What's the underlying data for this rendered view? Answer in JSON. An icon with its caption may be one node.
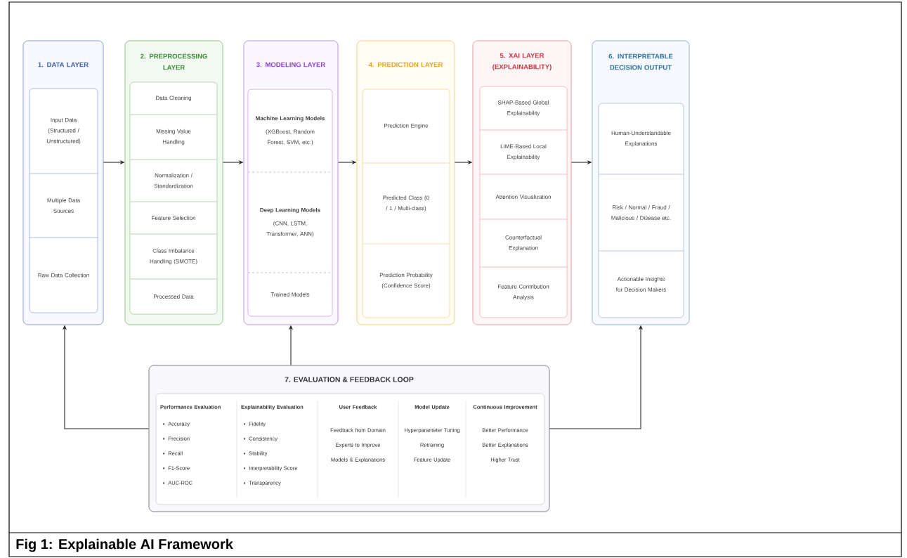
{
  "diagram": {
    "caption": "Fig 1: Explainable AI Framework",
    "nodes": [
      {
        "text": [
          "1. DATA LAYER"
        ]
      },
      {
        "text": [
          "Input Data (Structured / Unstructured)"
        ],
        "in": 0
      },
      {
        "text": [
          "Multiple Data Sources"
        ],
        "in": 0
      },
      {
        "text": [
          "Raw Data Collection"
        ],
        "in": 0
      },
      {
        "text": [
          "2. PREPROCESSING LAYER"
        ]
      },
      {
        "text": [
          "Data Cleaning"
        ],
        "in": 4
      },
      {
        "text": [
          "Missing Value Handling"
        ],
        "in": 4
      },
      {
        "text": [
          "Normalization / Standardization"
        ],
        "in": 4
      },
      {
        "text": [
          "Feature Selection"
        ],
        "in": 4
      },
      {
        "text": [
          "Class Imbalance Handling (SMOTE)"
        ],
        "in": 4
      },
      {
        "text": [
          "Processed Data"
        ],
        "in": 4
      },
      {
        "text": [
          "3. MODELING LAYER"
        ]
      },
      {
        "text": [
          "Machine Learning Models",
          "(XGBoost, Random Forest, SVM, etc.)"
        ],
        "in": 11
      },
      {
        "text": [
          "Deep Learning Models",
          "(CNN, LSTM, Transformer, ANN)"
        ],
        "in": 11
      },
      {
        "text": [
          "Trained Models"
        ],
        "in": 11
      },
      {
        "text": [
          "4. PREDICTION LAYER"
        ]
      },
      {
        "text": [
          "Prediction Engine"
        ],
        "in": 15
      },
      {
        "text": [
          "Predicted Class (0 / 1 / Multi-class)"
        ],
        "in": 15
      },
      {
        "text": [
          "Prediction Probability (Confidence Score)"
        ],
        "in": 15
      },
      {
        "text": [
          "5. XAI LAYER (EXPLAINABILITY)"
        ]
      },
      {
        "text": [
          "SHAP-Based Global Explainability"
        ],
        "in": 19
      },
      {
        "text": [
          "LIME-Based Local Explainability"
        ],
        "in": 19
      },
      {
        "text": [
          "Attention Visualization"
        ],
        "in": 19
      },
      {
        "text": [
          "Counterfactual Explanation"
        ],
        "in": 19
      },
      {
        "text": [
          "Feature Contribution Analysis"
        ],
        "in": 19
      },
      {
        "text": [
          "6. INTERPRETABLE DECISION OUTPUT"
        ]
      },
      {
        "text": [
          "Human-Understandable Explanations"
        ],
        "in": 25
      },
      {
        "text": [
          "Risk / Normal / Fraud / Malicious / Disease etc."
        ],
        "in": 25
      },
      {
        "text": [
          "Actionable Insights for Decision Makers"
        ],
        "in": 25
      },
      {
        "text": [
          "7. EVALUATION & FEEDBACK LOOP"
        ]
      },
      {
        "text": [
          "Performance Evaluation",
          "Accuracy",
          "Precision",
          "Recall",
          "F1-Score",
          "AUC-ROC"
        ],
        "in": 29
      },
      {
        "text": [
          "Explainability Evaluation",
          "Fidelity",
          "Consistency",
          "Stability",
          "Interpretability Score",
          "Transparency"
        ],
        "in": 29
      },
      {
        "text": [
          "User Feedback",
          "Feedback from Domain Experts to Improve Models & Explanations"
        ],
        "in": 29
      },
      {
        "text": [
          "Model Update",
          "Hyperparameter Tuning",
          "Retraining",
          "Feature Update"
        ],
        "in": 29
      },
      {
        "text": [
          "Continuous Improvement",
          "Better Performance",
          "Better Explanations",
          "Higher Trust"
        ],
        "in": 29
      }
    ],
    "edges": [
      {
        "from": 0,
        "to": 4,
        "arrow": "to"
      },
      {
        "from": 4,
        "to": 11,
        "arrow": "to"
      },
      {
        "from": 11,
        "to": 15,
        "arrow": "to"
      },
      {
        "from": 15,
        "to": 19,
        "arrow": "to"
      },
      {
        "from": 19,
        "to": 25,
        "arrow": "to"
      },
      {
        "from": 29,
        "to": 0,
        "arrow": "to"
      },
      {
        "from": 29,
        "to": 11,
        "arrow": "to"
      },
      {
        "from": 29,
        "to": 25,
        "arrow": "to"
      }
    ]
  }
}
